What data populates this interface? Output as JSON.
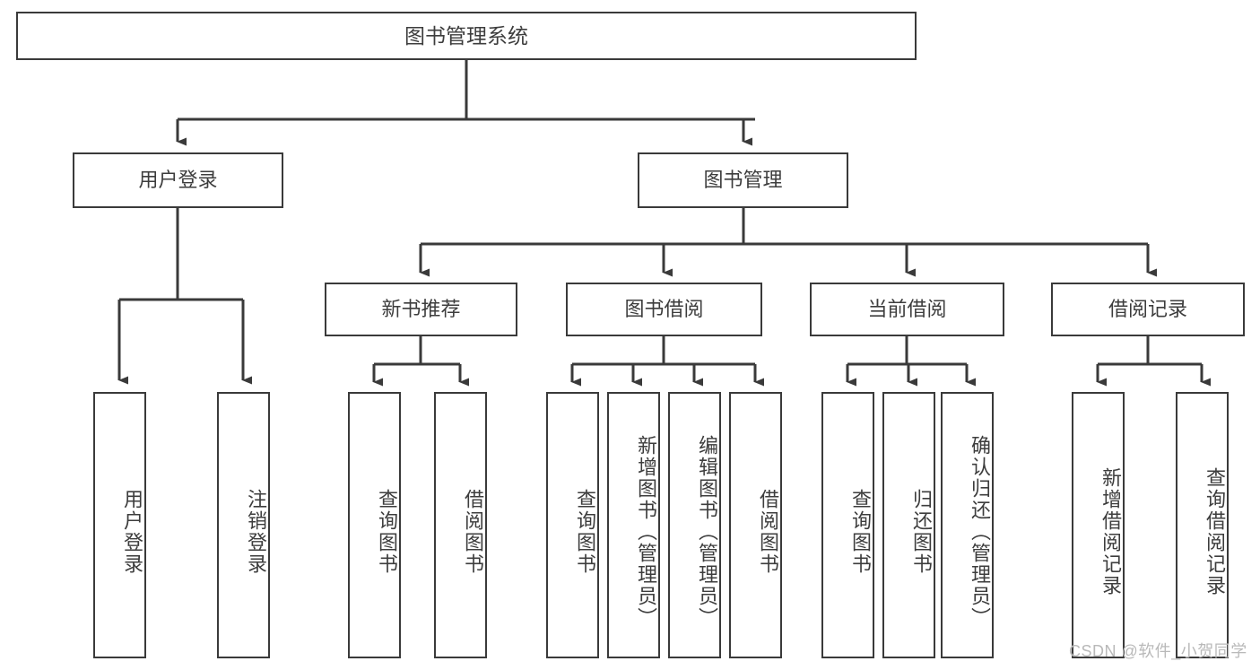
{
  "diagram": {
    "title": "图书管理系统",
    "type": "tree-hierarchy",
    "root": {
      "label": "图书管理系统"
    },
    "level2": [
      {
        "label": "用户登录"
      },
      {
        "label": "图书管理"
      }
    ],
    "level3": [
      {
        "label": "新书推荐"
      },
      {
        "label": "图书借阅"
      },
      {
        "label": "当前借阅"
      },
      {
        "label": "借阅记录"
      }
    ],
    "leaves": {
      "user_login": [
        {
          "label": "用户登录"
        },
        {
          "label": "注销登录"
        }
      ],
      "new_book_recommend": [
        {
          "label": "查询图书"
        },
        {
          "label": "借阅图书"
        }
      ],
      "book_borrow": [
        {
          "label": "查询图书"
        },
        {
          "label": "新增图书（管理员）"
        },
        {
          "label": "编辑图书（管理员）"
        },
        {
          "label": "借阅图书"
        }
      ],
      "current_borrow": [
        {
          "label": "查询图书"
        },
        {
          "label": "归还图书"
        },
        {
          "label": "确认归还（管理员）"
        }
      ],
      "borrow_record": [
        {
          "label": "新增借阅记录"
        },
        {
          "label": "查询借阅记录"
        }
      ]
    }
  },
  "watermark": {
    "text": "CSDN @软件_小贺同学"
  },
  "colors": {
    "stroke": "#3a3a3a",
    "text": "#3d3d3d",
    "background": "#ffffff",
    "watermark": "#b9b9b9"
  }
}
